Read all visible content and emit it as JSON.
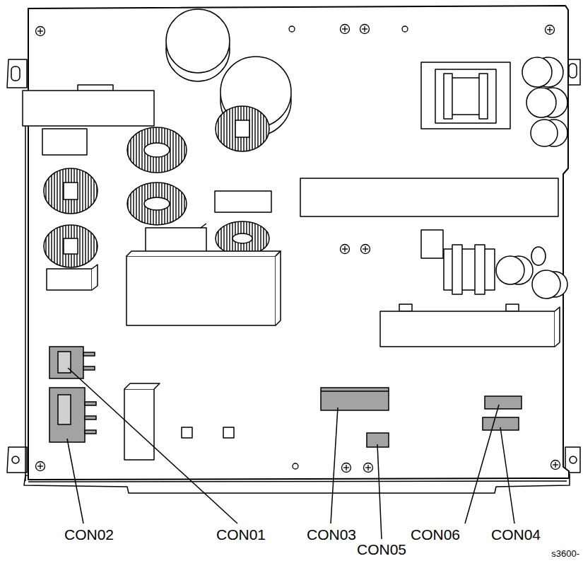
{
  "diagram": {
    "labels": [
      "CON02",
      "CON01",
      "CON03",
      "CON06",
      "CON04",
      "CON05",
      "s3600-"
    ]
  }
}
